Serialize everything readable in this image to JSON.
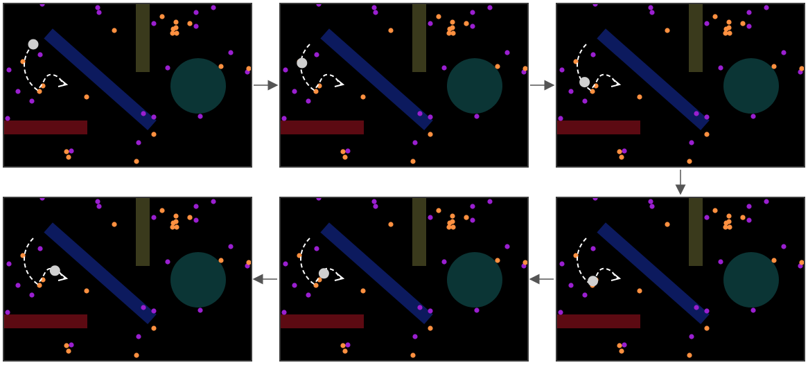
{
  "title": "",
  "colors": {
    "background": "#000000",
    "frame_border": "#3a3a3a",
    "page_background": "#ffffff",
    "red_wall": "#5c0a12",
    "blue_wall": "#0c1a5e",
    "olive_wall": "#3a3a1c",
    "teal_circle": "#0b3535",
    "purple_dot": "#9a1fd0",
    "orange_dot": "#ff9040",
    "agent": "#d0d0d0",
    "trajectory": "#ffffff",
    "transition_arrow": "#555555"
  },
  "icons": {
    "agent": "agent-ball-icon",
    "trajectory_arrow": "dashed-curve-arrow-icon",
    "transition": "right-arrow-icon"
  },
  "frames": [
    {
      "id": "frame-1",
      "step": 1,
      "agent_progress": 0.0
    },
    {
      "id": "frame-2",
      "step": 2,
      "agent_progress": 0.2
    },
    {
      "id": "frame-3",
      "step": 3,
      "agent_progress": 0.4
    },
    {
      "id": "frame-4",
      "step": 4,
      "agent_progress": 0.55
    },
    {
      "id": "frame-5",
      "step": 5,
      "agent_progress": 0.7
    },
    {
      "id": "frame-6",
      "step": 6,
      "agent_progress": 0.85
    }
  ],
  "frame_order": [
    "frame-1",
    "frame-2",
    "frame-3",
    "frame-6",
    "frame-5",
    "frame-4"
  ],
  "scene": {
    "purple_dot_count": 20,
    "orange_dot_count": 19
  }
}
